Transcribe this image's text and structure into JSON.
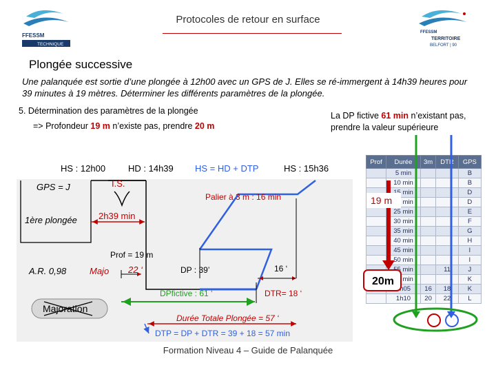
{
  "header": {
    "title": "Protocoles de retour en surface",
    "logo_left": {
      "line1": "FFESSM",
      "line2": "TECHNIQUE"
    },
    "logo_right": {
      "line1": "FFESSM",
      "line2": "TERRITOIRE",
      "line3": "BELFORT | 90"
    }
  },
  "section_title": "Plongée successive",
  "intro": "Une palanquée est sortie d’une plongée à 12h00 avec un GPS de J. Elles se ré-immergent à 14h39 heures pour 39 minutes à 19 mètres. Déterminer les différents paramètres de la plongée.",
  "step": {
    "label": "5.  Détermination des paramètres de la plongée",
    "line_a": "=> Profondeur ",
    "depth_bad": "19 m",
    "line_b": " n’existe pas, prendre ",
    "depth_good": "20 m"
  },
  "right_note": {
    "a": "La DP fictive ",
    "value": "61  min",
    "b": " n’existant pas, prendre la valeur supérieure"
  },
  "diagram": {
    "hs": "HS : 12h00",
    "hd": "HD : 14h39",
    "hs_formula": "HS = HD + DTP",
    "hs_end": "HS : 15h36",
    "gps": "GPS = J",
    "is": "I.S.",
    "palier": "Palier à 3 m : 16 min",
    "first_dive": "1ère plongée",
    "interval": "2h39 min",
    "prof": "Prof = 19 m",
    "ar": "A.R. 0,98",
    "majo": "Majo",
    "majo_val": "22 ‘",
    "dp": "DP : 39’",
    "sixteen": "16 ‘",
    "dp_fictive": "DPfictive : 61 ‘",
    "dtr": "DTR= 18 ‘",
    "majoration": "Majoration",
    "duree_totale": "Durée Totale Plongée = 57 ‘",
    "dtp": "DTP = DP + DTR = 39 + 18 = 57 min"
  },
  "callouts": {
    "depth": "19 m",
    "chosen": "20m"
  },
  "table": {
    "headers": [
      "Prof",
      "Durée",
      "3m",
      "DTR",
      "GPS"
    ],
    "rows": [
      [
        "",
        "5 min",
        "",
        "",
        "B"
      ],
      [
        "",
        "10 min",
        "",
        "",
        "B"
      ],
      [
        "",
        "15 min",
        "",
        "",
        "D"
      ],
      [
        "",
        "20 min",
        "",
        "",
        "D"
      ],
      [
        "",
        "25 min",
        "",
        "",
        "E"
      ],
      [
        "",
        "30 min",
        "",
        "",
        "F"
      ],
      [
        "",
        "35 min",
        "",
        "",
        "G"
      ],
      [
        "",
        "40 min",
        "",
        "",
        "H"
      ],
      [
        "",
        "45 min",
        "",
        "",
        "I"
      ],
      [
        "",
        "50 min",
        "",
        "",
        "I"
      ],
      [
        "",
        "55 min",
        "",
        "11",
        "J"
      ],
      [
        "",
        "60 min",
        "",
        "",
        "K"
      ],
      [
        "",
        "1h05",
        "16",
        "18",
        "K"
      ],
      [
        "",
        "1h10",
        "20",
        "22",
        "L"
      ]
    ]
  },
  "footer": "Formation Niveau 4 – Guide de Palanquée",
  "colors": {
    "red": "#c00000",
    "blue": "#3060e0",
    "green": "#20a020",
    "table_header": "#5a6f8f"
  }
}
